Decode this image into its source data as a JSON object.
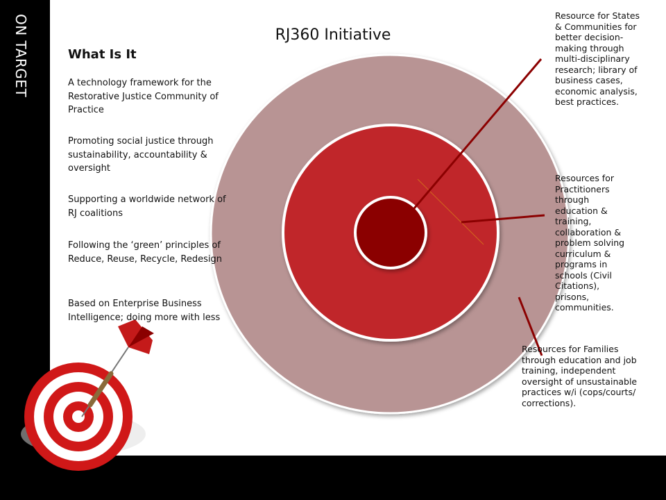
{
  "sidebar": {
    "title": "ON TARGET"
  },
  "title": "RJ360 Initiative",
  "what_is_it": {
    "heading": "What Is It",
    "bullets": [
      "A technology framework for the Restorative Justice Community of Practice",
      "Promoting social justice through sustainability, accountability & oversight",
      "Supporting a worldwide network of RJ coalitions",
      "Following the ‘green’ principles of Reduce, Reuse, Recycle, Redesign",
      "Based on Enterprise Business Intelligence; doing more with less"
    ]
  },
  "target_rings": {
    "outer": {
      "label": "Resource for States & Communities for better decision-making through multi-disciplinary research; library of business cases, economic analysis, best practices.",
      "color": "#b89494"
    },
    "middle": {
      "label": "Resources for Practitioners through education & training, collaboration & problem solving curriculum & programs in schools (Civil Citations), prisons, communities.",
      "color": "#c0282c"
    },
    "families": {
      "label": "Resources for Families through education and job training, independent oversight of unsustainable practices w/i (cops/courts/ corrections)."
    },
    "inner": {
      "color": "#8b0000"
    }
  },
  "colors": {
    "pointer": "#8b0000",
    "background": "#ffffff",
    "band": "#000000"
  }
}
